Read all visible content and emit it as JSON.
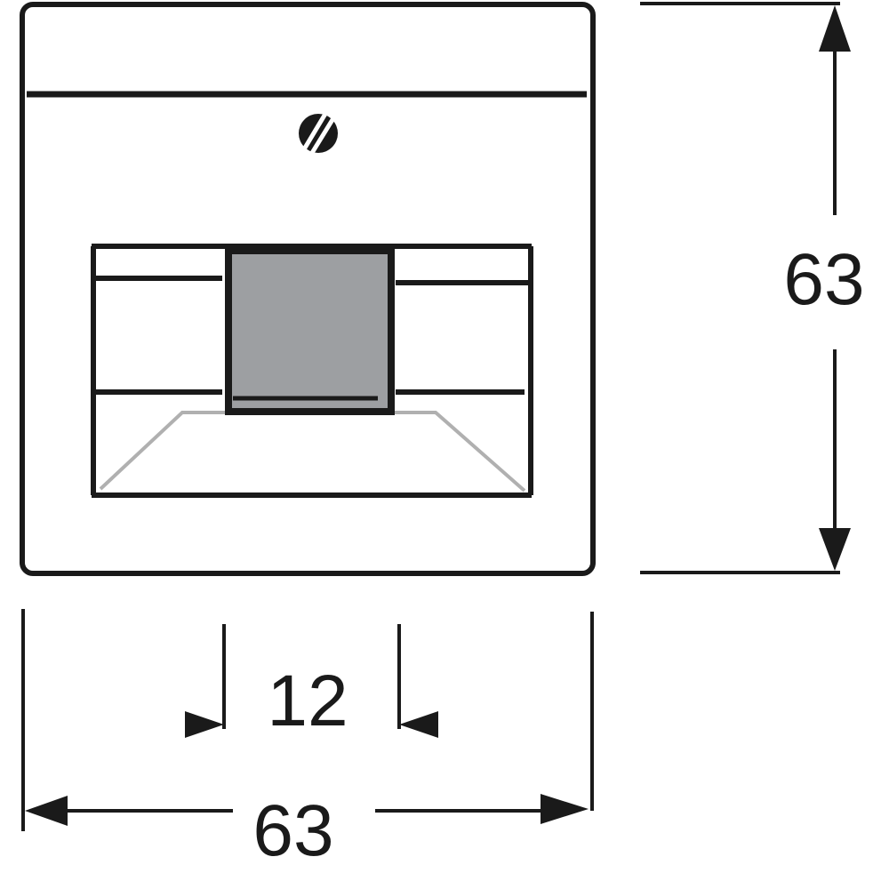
{
  "dimensions": {
    "height_label": "63",
    "width_label": "63",
    "opening_label": "12"
  },
  "colors": {
    "outline": "#1a1a1a",
    "insert_fill": "#9d9fa2",
    "bevel": "#b0b0b0",
    "background": "#ffffff"
  }
}
